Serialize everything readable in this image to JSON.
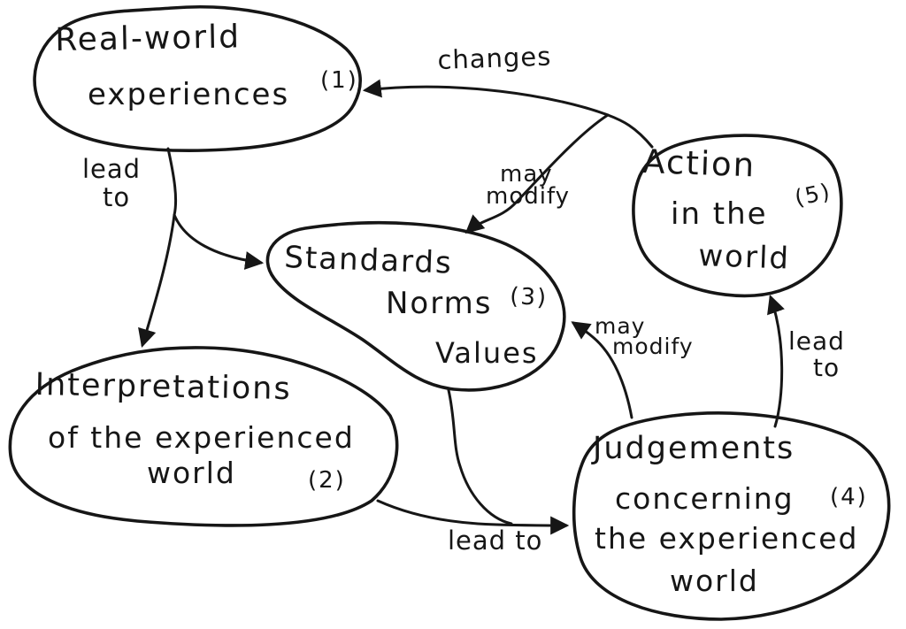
{
  "diagram": {
    "background": "#ffffff",
    "ink": "#161616",
    "nodes": [
      {
        "name": "real-world-experiences",
        "number": "(1)",
        "lines": [
          "Real-world",
          "experiences"
        ]
      },
      {
        "name": "interpretations-of-the-experienced-world",
        "number": "(2)",
        "lines": [
          "Interpretations",
          "of the experienced",
          "world"
        ]
      },
      {
        "name": "standards-norms-values",
        "number": "(3)",
        "lines": [
          "Standards",
          "Norms",
          "Values"
        ]
      },
      {
        "name": "judgements-concerning-the-experienced-world",
        "number": "(4)",
        "lines": [
          "Judgements",
          "concerning",
          "the experienced",
          "world"
        ]
      },
      {
        "name": "action-in-the-world",
        "number": "(5)",
        "lines": [
          "Action",
          "in the",
          "world"
        ]
      }
    ],
    "edges": [
      {
        "name": "experiences-lead-to-interpretations",
        "from": "(1)",
        "to": "(2)",
        "label_lines": [
          "lead",
          "to"
        ]
      },
      {
        "name": "experiences-to-standards",
        "from": "(1)",
        "to": "(3)",
        "label_lines": []
      },
      {
        "name": "action-changes-experiences",
        "from": "(5)",
        "to": "(1)",
        "label_lines": [
          "changes"
        ]
      },
      {
        "name": "action-may-modify-standards",
        "from": "(5)",
        "to": "(3)",
        "label_lines": [
          "may",
          "modify"
        ]
      },
      {
        "name": "judgements-may-modify-standards",
        "from": "(4)",
        "to": "(3)",
        "label_lines": [
          "may",
          "modify"
        ]
      },
      {
        "name": "judgements-lead-to-action",
        "from": "(4)",
        "to": "(5)",
        "label_lines": [
          "lead",
          "to"
        ]
      },
      {
        "name": "interpretations-lead-to-judgements",
        "from": "(2)",
        "to": "(4)",
        "label_lines": [
          "lead to"
        ]
      },
      {
        "name": "standards-to-judgements",
        "from": "(3)",
        "to": "(4)",
        "label_lines": []
      }
    ]
  }
}
